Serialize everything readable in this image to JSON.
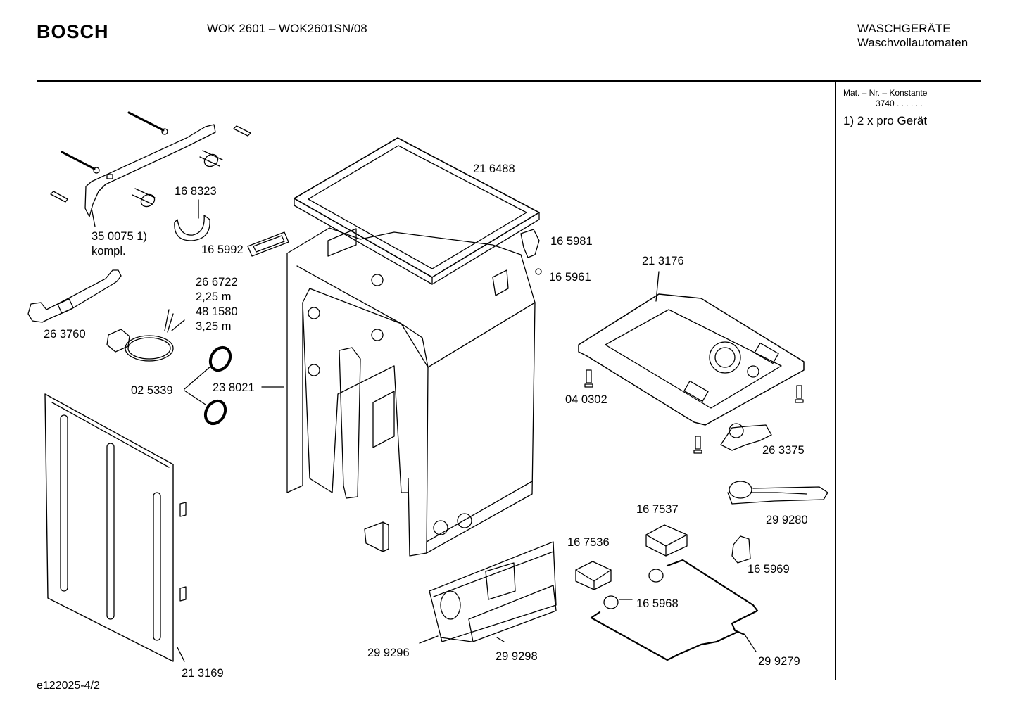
{
  "header": {
    "brand": "BOSCH",
    "model": "WOK 2601 – WOK2601SN/08",
    "category_line1": "WASCHGERÄTE",
    "category_line2": "Waschvollautomaten"
  },
  "sidebar": {
    "mat_label": "Mat. – Nr. – Konstante",
    "mat_value": "3740 . . . . . .",
    "note": "1) 2 x pro Gerät"
  },
  "footer": {
    "drawing_id": "e122025-4/2"
  },
  "parts": [
    {
      "number": "21  6488"
    },
    {
      "number": "16 8323"
    },
    {
      "number": "35 0075 1)"
    },
    {
      "number": "kompl."
    },
    {
      "number": "16 5992"
    },
    {
      "number": "16 5981"
    },
    {
      "number": "16 5961"
    },
    {
      "number": "21 3176"
    },
    {
      "number": "26 6722"
    },
    {
      "number": "2,25 m"
    },
    {
      "number": "48 1580"
    },
    {
      "number": "3,25 m"
    },
    {
      "number": "26 3760"
    },
    {
      "number": "02 5339"
    },
    {
      "number": "23 8021"
    },
    {
      "number": "04 0302"
    },
    {
      "number": "26 3375"
    },
    {
      "number": "16 7537"
    },
    {
      "number": "29 9280"
    },
    {
      "number": "16 7536"
    },
    {
      "number": "16 5969"
    },
    {
      "number": "16 5968"
    },
    {
      "number": "29 9296"
    },
    {
      "number": "29 9298"
    },
    {
      "number": "29 9279"
    },
    {
      "number": "21 3169"
    }
  ]
}
